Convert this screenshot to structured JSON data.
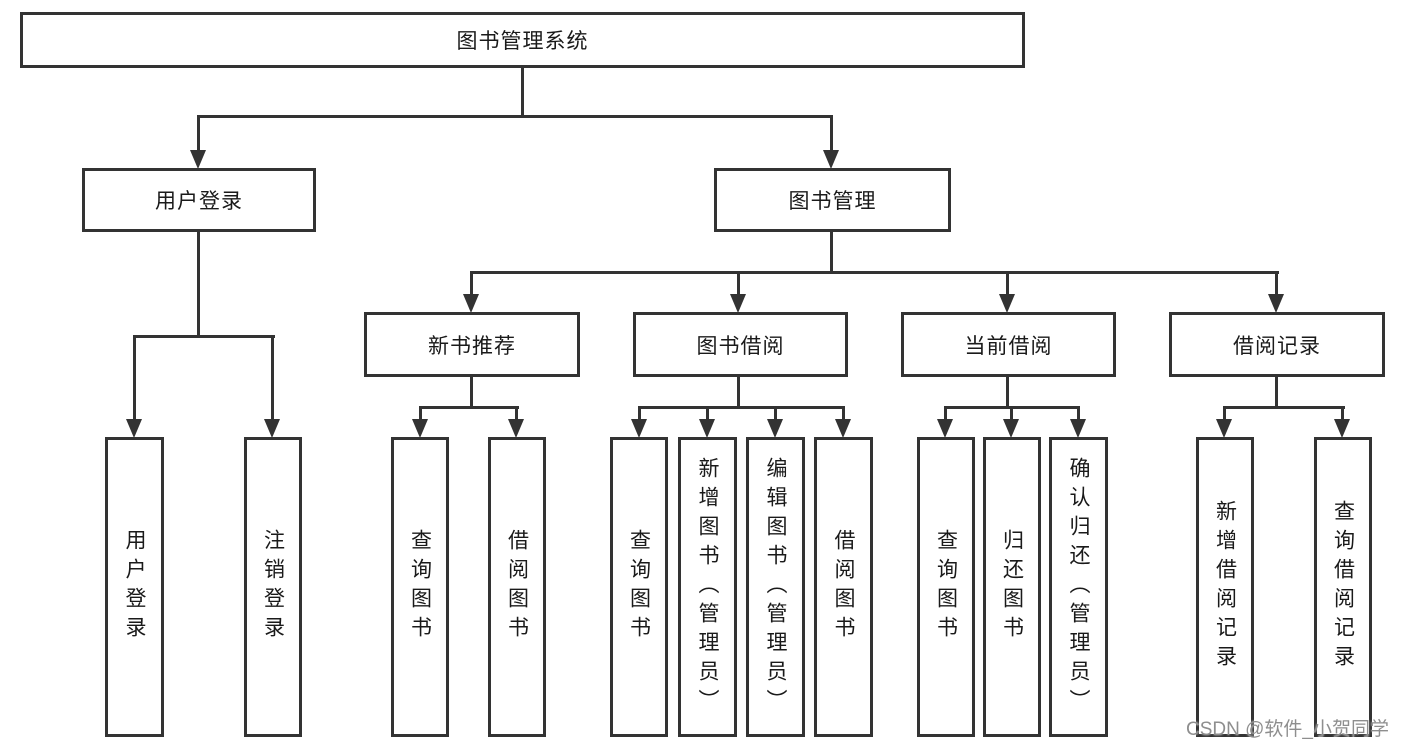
{
  "tree": {
    "label": "图书管理系统",
    "children": [
      {
        "label": "用户登录",
        "children": [
          {
            "label": "用户登录"
          },
          {
            "label": "注销登录"
          }
        ]
      },
      {
        "label": "图书管理",
        "children": [
          {
            "label": "新书推荐",
            "children": [
              {
                "label": "查询图书"
              },
              {
                "label": "借阅图书"
              }
            ]
          },
          {
            "label": "图书借阅",
            "children": [
              {
                "label": "查询图书"
              },
              {
                "label": "新增图书（管理员）"
              },
              {
                "label": "编辑图书（管理员）"
              },
              {
                "label": "借阅图书"
              }
            ]
          },
          {
            "label": "当前借阅",
            "children": [
              {
                "label": "查询图书"
              },
              {
                "label": "归还图书"
              },
              {
                "label": "确认归还（管理员）"
              }
            ]
          },
          {
            "label": "借阅记录",
            "children": [
              {
                "label": "新增借阅记录"
              },
              {
                "label": "查询借阅记录"
              }
            ]
          }
        ]
      }
    ]
  },
  "watermark": "CSDN @软件_小贺同学",
  "colors": {
    "line": "#333333",
    "text": "#1a1a1a",
    "watermark": "#8e8e8e",
    "background": "#ffffff"
  }
}
